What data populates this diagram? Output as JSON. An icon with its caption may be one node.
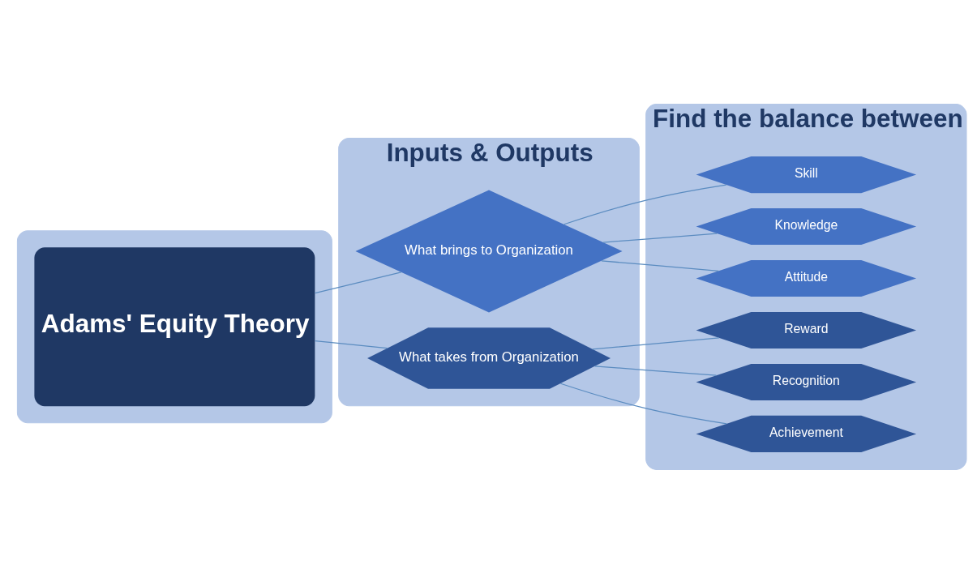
{
  "diagram": {
    "nodes": [
      {
        "text": [],
        "shape": "box"
      },
      {
        "text": [
          "Adams' Equity Theory"
        ],
        "in": 0
      },
      {
        "text": [
          "Inputs & Outputs"
        ]
      },
      {
        "text": [
          "What brings to Organization"
        ],
        "in": 2
      },
      {
        "text": [
          "What takes from Organization"
        ],
        "in": 2
      },
      {
        "text": [
          "Find the balance between"
        ]
      },
      {
        "text": [
          "Skill"
        ],
        "in": 5
      },
      {
        "text": [
          "Knowledge"
        ],
        "in": 5
      },
      {
        "text": [
          "Attitude"
        ],
        "in": 5
      },
      {
        "text": [
          "Reward"
        ],
        "in": 5
      },
      {
        "text": [
          "Recognition"
        ],
        "in": 5
      },
      {
        "text": [
          "Achievement"
        ],
        "in": 5
      }
    ],
    "edges": [
      {
        "from": 1,
        "to": 3,
        "arrow": "none"
      },
      {
        "from": 1,
        "to": 4,
        "arrow": "none"
      },
      {
        "from": 3,
        "to": 6,
        "arrow": "none"
      },
      {
        "from": 3,
        "to": 7,
        "arrow": "none"
      },
      {
        "from": 3,
        "to": 8,
        "arrow": "none"
      },
      {
        "from": 4,
        "to": 9,
        "arrow": "none"
      },
      {
        "from": 4,
        "to": 10,
        "arrow": "none"
      },
      {
        "from": 4,
        "to": 11,
        "arrow": "none"
      }
    ]
  }
}
